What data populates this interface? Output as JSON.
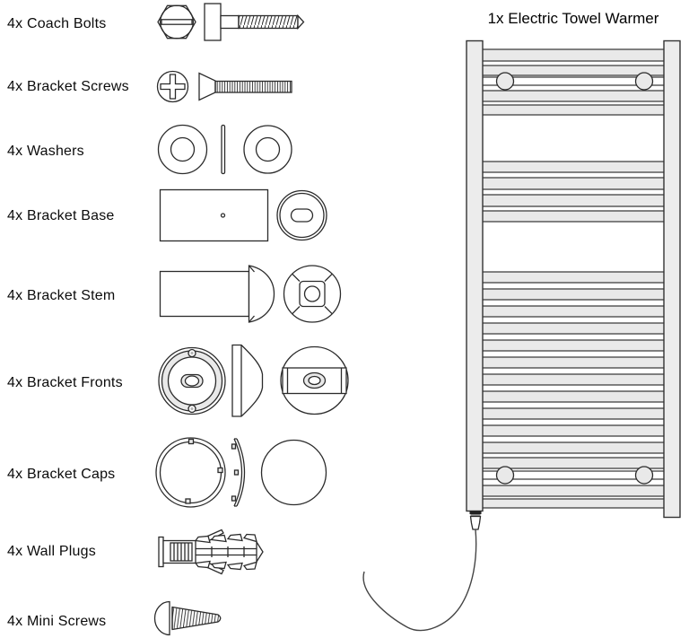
{
  "parts": {
    "items": [
      {
        "label": "4x Coach Bolts"
      },
      {
        "label": "4x Bracket Screws"
      },
      {
        "label": "4x Washers"
      },
      {
        "label": "4x Bracket Base"
      },
      {
        "label": "4x Bracket Stem"
      },
      {
        "label": "4x Bracket Fronts"
      },
      {
        "label": "4x Bracket Caps"
      },
      {
        "label": "4x Wall Plugs"
      },
      {
        "label": "4x Mini Screws"
      }
    ]
  },
  "towel_warmer": {
    "title": "1x Electric Towel Warmer"
  },
  "colors": {
    "line": "#2b2b2b",
    "light_fill": "#e9e9e9",
    "background": "#ffffff"
  }
}
